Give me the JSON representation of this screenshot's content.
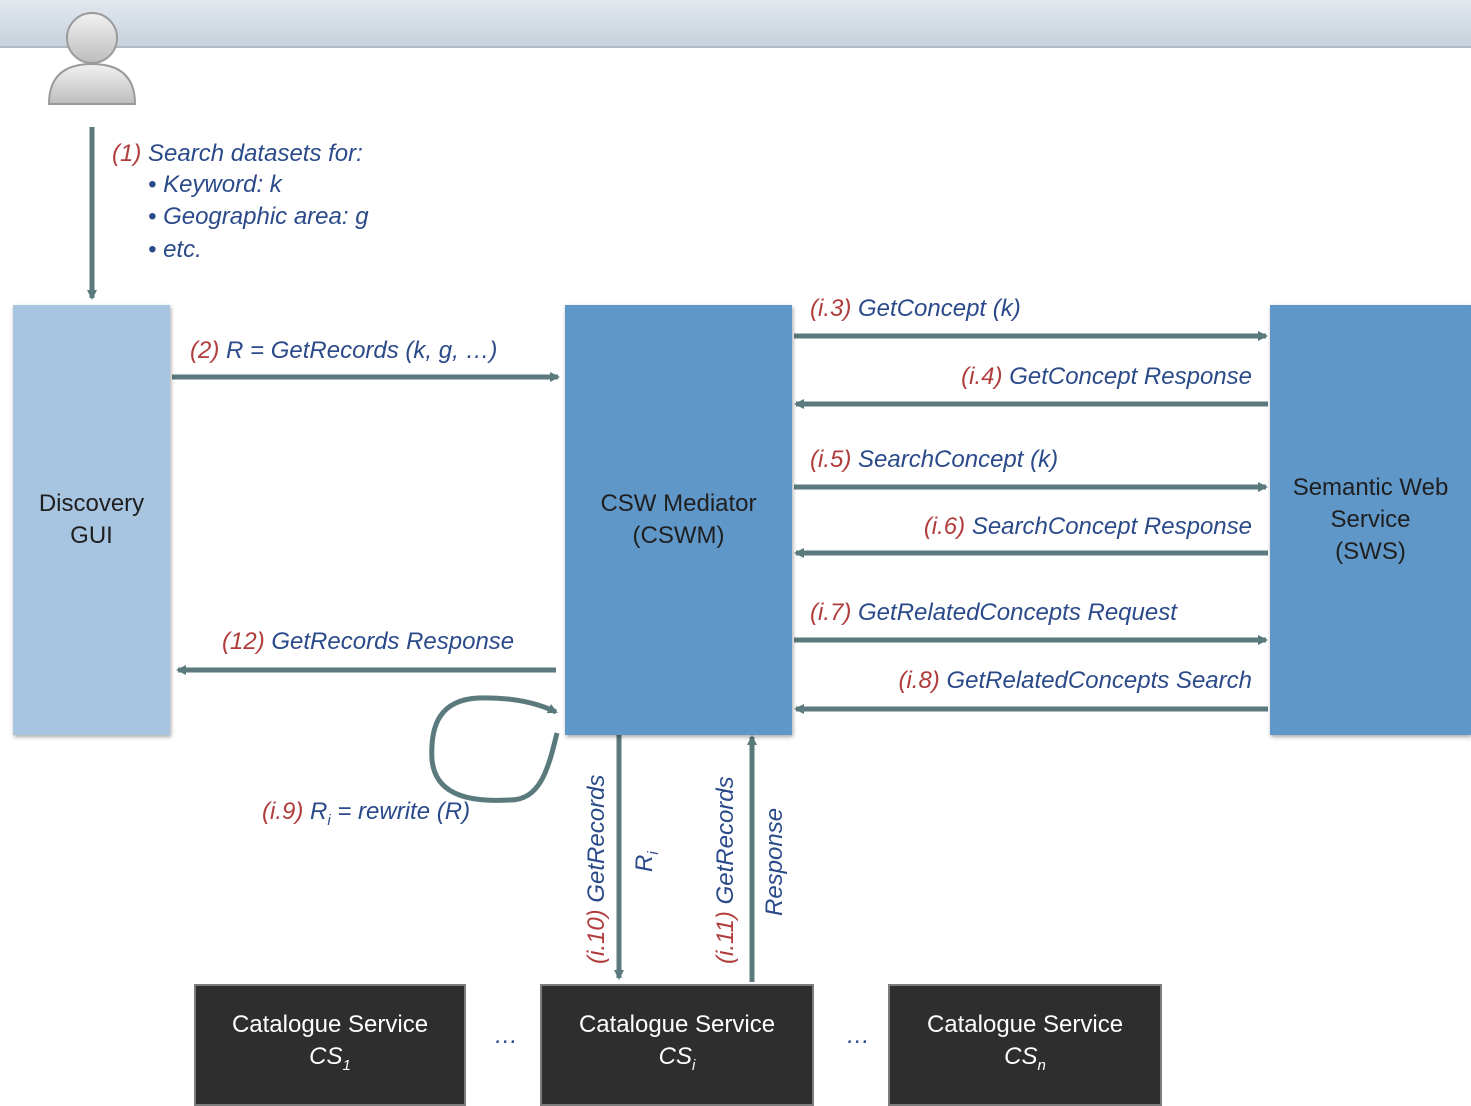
{
  "diagram": {
    "search": {
      "num": "(1)",
      "text": "Search datasets for:",
      "bullets": [
        "• Keyword: k",
        "• Geographic area: g",
        "• etc."
      ]
    },
    "boxes": {
      "discovery": [
        "Discovery",
        "GUI"
      ],
      "mediator": [
        "CSW Mediator",
        "(CSWM)"
      ],
      "sws": [
        "Semantic Web",
        "Service",
        "(SWS)"
      ],
      "cs1": {
        "title": "Catalogue Service",
        "name": "CS",
        "sub": "1"
      },
      "csi": {
        "title": "Catalogue Service",
        "name": "CS",
        "sub": "i"
      },
      "csn": {
        "title": "Catalogue Service",
        "name": "CS",
        "sub": "n"
      }
    },
    "messages": {
      "m2": {
        "num": "(2)",
        "text": "R = GetRecords (k, g, …)"
      },
      "m3": {
        "num": "(i.3)",
        "text": "GetConcept (k)"
      },
      "m4": {
        "num": "(i.4)",
        "text": "GetConcept Response"
      },
      "m5": {
        "num": "(i.5)",
        "text": "SearchConcept (k)"
      },
      "m6": {
        "num": "(i.6)",
        "text": "SearchConcept Response"
      },
      "m7": {
        "num": "(i.7)",
        "text": "GetRelatedConcepts Request"
      },
      "m8": {
        "num": "(i.8)",
        "text": "GetRelatedConcepts Search"
      },
      "m12": {
        "num": "(12)",
        "text": "GetRecords Response"
      },
      "m9": {
        "num": "(i.9)",
        "pre": "R",
        "sub": "i",
        "post": "= rewrite (R)"
      },
      "m10": {
        "num": "(i.10)",
        "text": "GetRecords"
      },
      "m10b": {
        "pre": "R",
        "sub": "i"
      },
      "m11": {
        "num": "(i.11)",
        "text": "GetRecords"
      },
      "m11b": {
        "text": "Response"
      }
    },
    "ellipsis": "…",
    "colors": {
      "arrow": "#5a7a7e",
      "label": "#2b4a8a",
      "number": "#b13c3c",
      "light_box": "#a7c4e1",
      "mid_box": "#5f97c9",
      "dark_box": "#2e2e2e"
    }
  }
}
